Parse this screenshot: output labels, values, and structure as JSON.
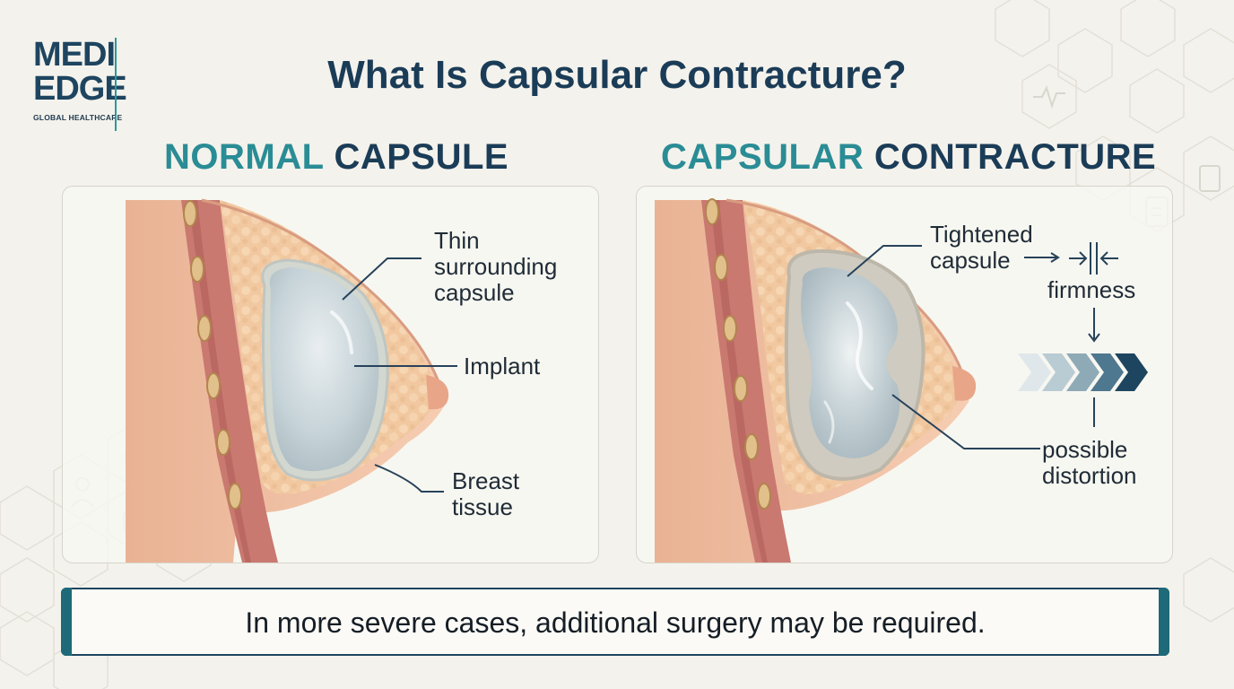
{
  "logo": {
    "line1": "MEDI",
    "line2": "EDGE",
    "line3": "GLOBAL HEALTHCARE"
  },
  "title": "What Is Capsular Contracture?",
  "panels": {
    "normal": {
      "heading_accent": "NORMAL",
      "heading_main": "CAPSULE",
      "labels": {
        "capsule": "Thin\nsurrounding\ncapsule",
        "implant": "Implant",
        "tissue": "Breast\ntissue"
      }
    },
    "contracture": {
      "heading_accent": "CAPSULAR",
      "heading_main": "CONTRACTURE",
      "labels": {
        "capsule": "Tightened\ncapsule",
        "firmness": "firmness",
        "distortion": "possible\ndistortion"
      }
    }
  },
  "footer": {
    "text": "In more severe cases, additional surgery may be required."
  },
  "colors": {
    "navy": "#1b3c57",
    "teal": "#2a8c95",
    "skin": "#f2c3a6",
    "fat": "#f0c9a2",
    "muscle": "#c97970",
    "implant": "#c8d4d8"
  }
}
